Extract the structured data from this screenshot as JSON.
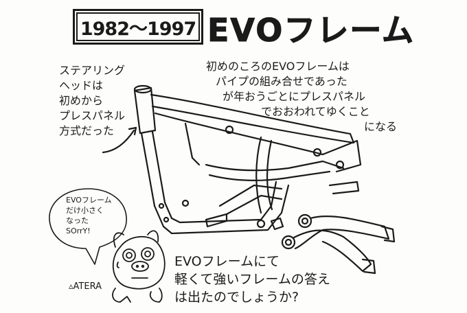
{
  "header": {
    "years": "1982〜1997",
    "title": "EVOフレーム"
  },
  "left_note": {
    "lines": [
      "ステアリング",
      "ヘッドは",
      "初めから",
      "プレスパネル",
      "方式だった"
    ]
  },
  "right_note": {
    "lines": [
      "初めのころのEVOフレームは",
      "パイプの組み合せであった",
      "が年おうごとにプレスパネル",
      "でおおわれてゆくこと",
      "になる"
    ]
  },
  "speech_bubble": {
    "lines": [
      "EVOフレーム",
      "だけ小さく",
      "なった",
      "SOrrY!"
    ]
  },
  "signature": "ATERA",
  "bottom_text": {
    "lines": [
      "EVOフレームにて",
      "軽くて強いフレームの答え",
      "は出たのでしょうか?"
    ]
  }
}
